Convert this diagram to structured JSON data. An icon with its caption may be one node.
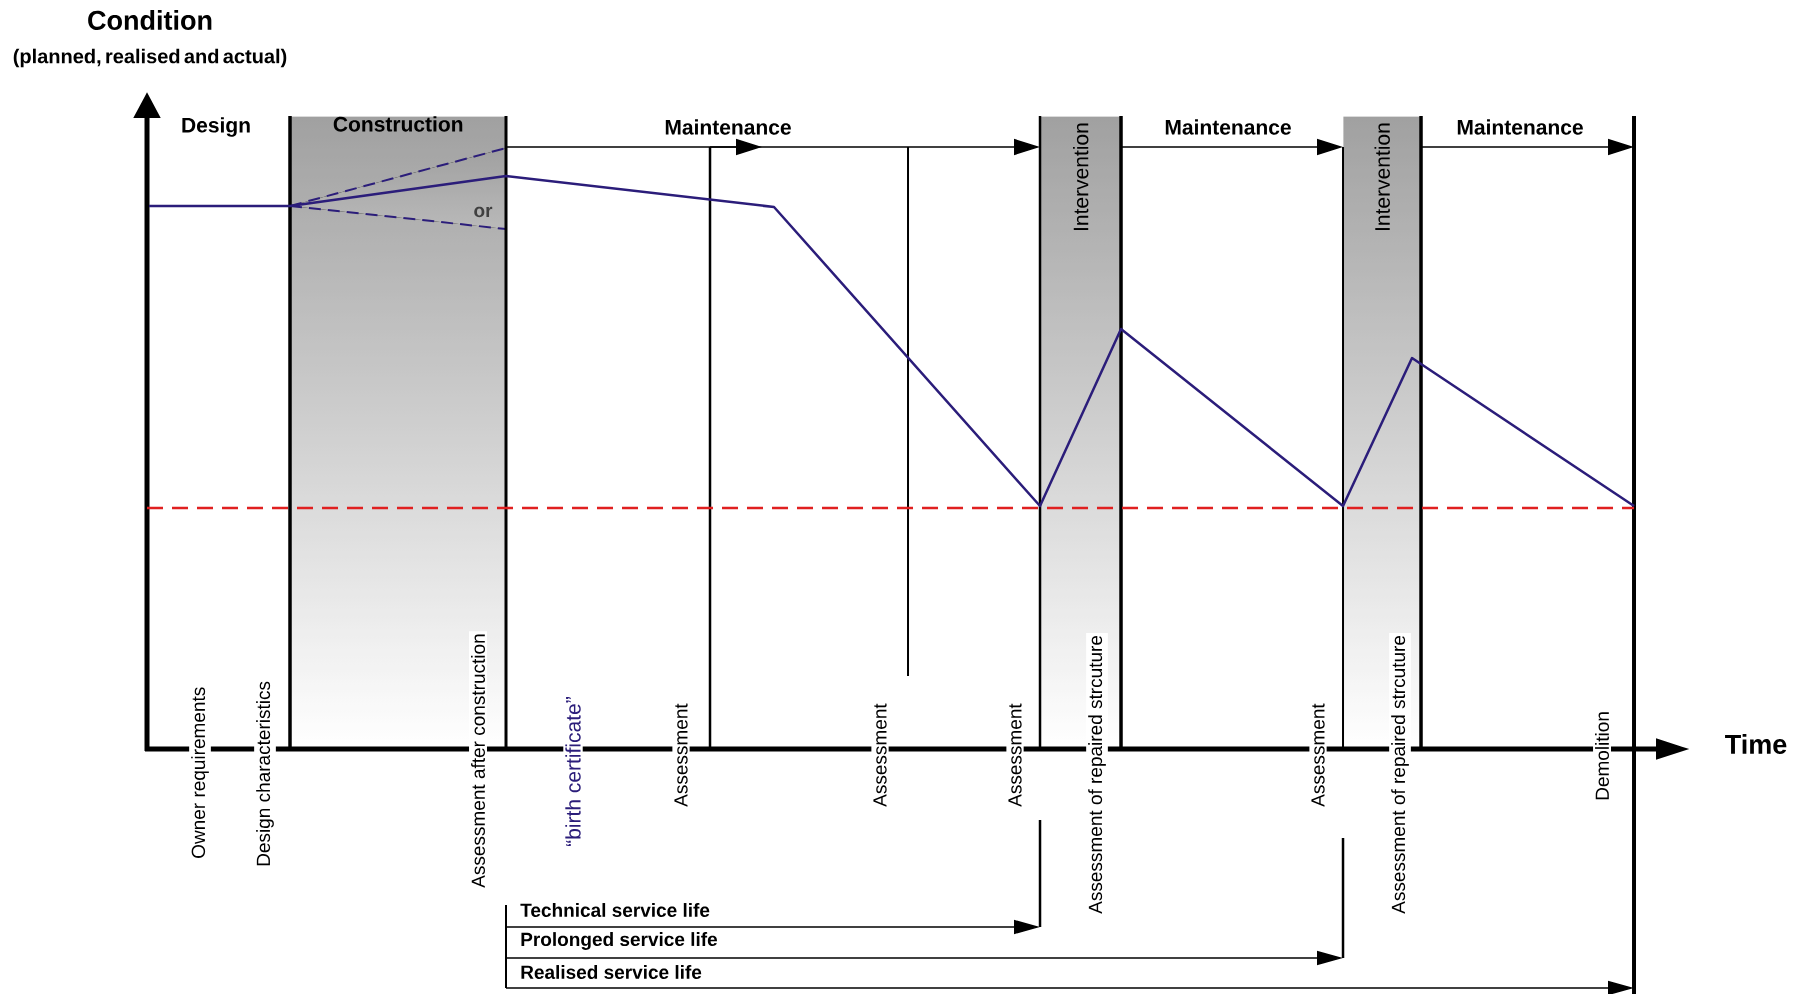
{
  "diagram": {
    "nodes": [
      {
        "text": [
          "Construction"
        ]
      },
      {
        "text": [
          "Intervention"
        ]
      },
      {
        "text": [
          "Intervention"
        ]
      }
    ],
    "labels": [
      "Condition",
      "(planned, realised and actual)",
      "Design",
      "Maintenance",
      "Maintenance",
      "Maintenance",
      "or",
      "Time",
      "Owner requirements",
      "Design characteristics",
      "Assessment after construction",
      "“birth certificate”",
      "Assessment",
      "Assessment",
      "Assessment",
      "Assessment of repaired strcuture",
      "Assessment",
      "Assessment of repaired strcuture",
      "Demolition",
      "Technical service life",
      "Prolonged service life",
      "Realised service life"
    ]
  }
}
